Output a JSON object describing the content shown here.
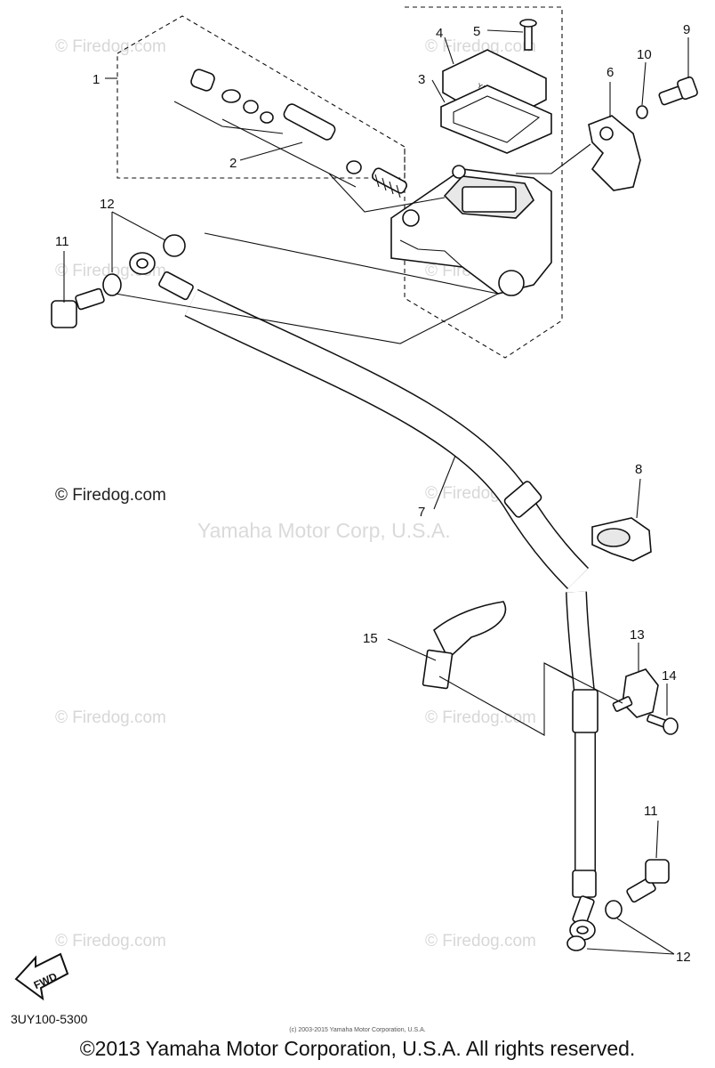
{
  "watermarks": {
    "firedog": "© Firedog.com",
    "firedog_dark": "© Firedog.com",
    "yamaha": "Yamaha Motor Corp, U.S.A."
  },
  "callouts": {
    "c1": "1",
    "c2": "2",
    "c3": "3",
    "c4": "4",
    "c5": "5",
    "c6": "6",
    "c7": "7",
    "c8": "8",
    "c9": "9",
    "c10": "10",
    "c11a": "11",
    "c11b": "11",
    "c12a": "12",
    "c12b": "12",
    "c13": "13",
    "c14": "14",
    "c15": "15"
  },
  "fwd_label": "FWD",
  "diagram_code": "3UY100-5300",
  "fine_print": "(c) 2003-2015 Yamaha Motor Corporation, U.S.A.",
  "copyright": "©2013 Yamaha Motor Corporation, U.S.A. All rights reserved."
}
